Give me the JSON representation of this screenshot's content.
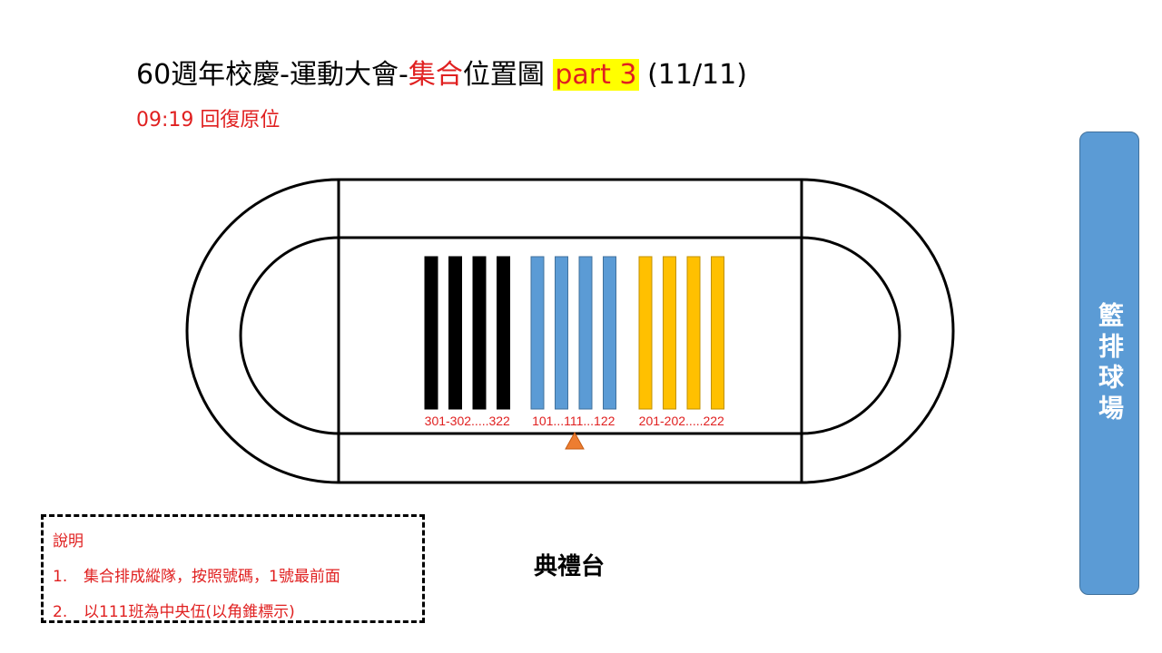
{
  "title": {
    "part1": "60週年校慶-運動大會-",
    "part2": "集合",
    "part3": "位置圖 ",
    "part4": "part 3",
    "part5": "  (11/11)"
  },
  "subtitle": "09:19 回復原位",
  "groups": [
    {
      "label": "301-302.....322",
      "color": "#000000"
    },
    {
      "label": "101...111...122",
      "color": "#5b9bd5"
    },
    {
      "label": "201-202.....222",
      "color": "#ffc000"
    }
  ],
  "bars_per_group": 4,
  "marker_color": "#ed7d31",
  "court": {
    "label": "籃排球場",
    "color": "#5b9bd5"
  },
  "notes": {
    "heading": "說明",
    "items": [
      {
        "num": "1.",
        "text": "集合排成縱隊，按照號碼，1號最前面"
      },
      {
        "num": "2.",
        "text": "以111班為中央伍(以角錐標示)"
      }
    ]
  },
  "stage": "典禮台"
}
